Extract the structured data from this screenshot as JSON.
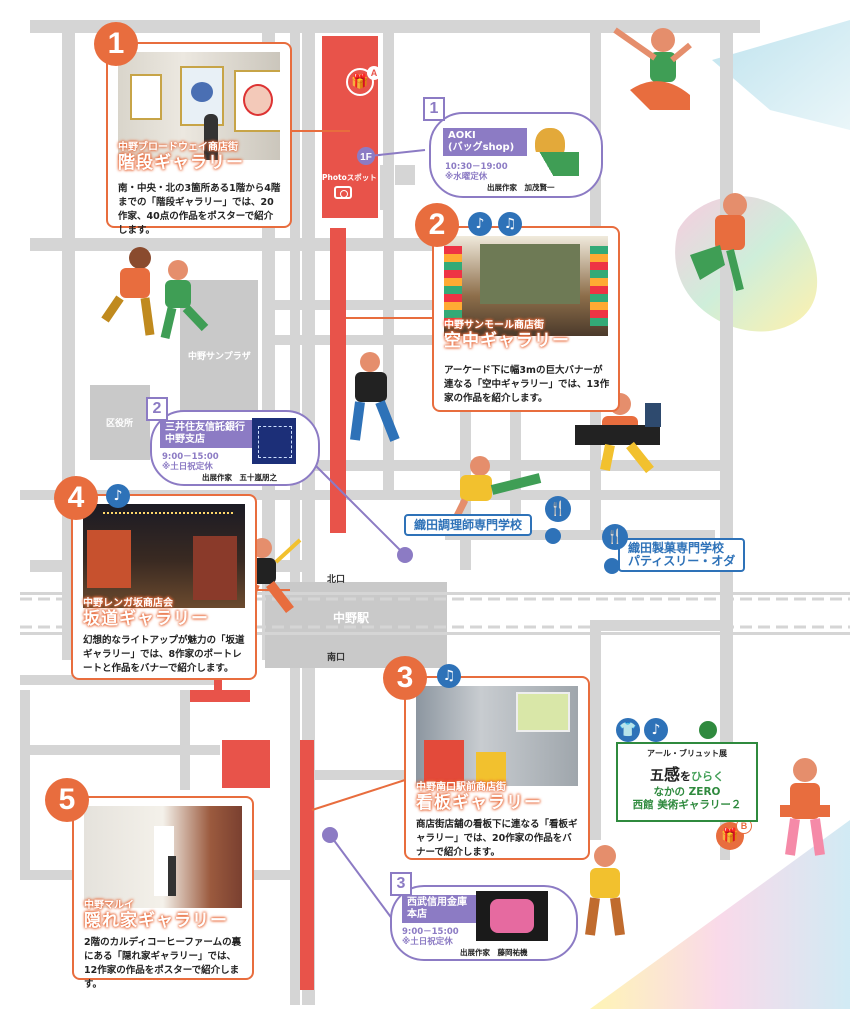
{
  "colors": {
    "street": "#d5d5d5",
    "road": "#e8534a",
    "orange": "#e86d3e",
    "purple": "#8c7bc4",
    "blue": "#2e72b8",
    "green": "#2f8a3e"
  },
  "map_labels": {
    "sunplaza": "中野サンプラザ",
    "ward_office": "区役所",
    "north_exit": "北口",
    "station": "中野駅",
    "south_exit": "南口",
    "photo_spot": "Photoスポット"
  },
  "markers": {
    "floor": "1F",
    "gift_a": "A",
    "gift_b": "B"
  },
  "galleries": [
    {
      "num": "1",
      "street": "中野ブロードウェイ商店街",
      "title": "階段ギャラリー",
      "desc": "南・中央・北の3箇所ある1階から4階までの「階段ギャラリー」では、20作家、40点の作品をポスターで紹介します。"
    },
    {
      "num": "2",
      "street": "中野サンモール商店街",
      "title": "空中ギャラリー",
      "desc": "アーケード下に幅3mの巨大バナーが連なる「空中ギャラリー」では、13作家の作品を紹介します。"
    },
    {
      "num": "3",
      "street": "中野南口駅前商店街",
      "title": "看板ギャラリー",
      "desc": "商店街店舗の看板下に連なる「看板ギャラリー」では、20作家の作品をバナーで紹介します。"
    },
    {
      "num": "4",
      "street": "中野レンガ坂商店会",
      "title": "坂道ギャラリー",
      "desc": "幻想的なライトアップが魅力の「坂道ギャラリー」では、8作家のポートレートと作品をバナーで紹介します。"
    },
    {
      "num": "5",
      "street": "中野マルイ",
      "title": "隠れ家ギャラリー",
      "desc": "2階のカルディコーヒーファームの裏にある「隠れ家ギャラリー」では、12作家の作品をポスターで紹介します。"
    }
  ],
  "venues": [
    {
      "num": "1",
      "name_line1": "AOKI",
      "name_line2": "(バッグshop)",
      "hours": "10:30－19:00",
      "closed": "※水曜定休",
      "credit": "出展作家　加茂賢一"
    },
    {
      "num": "2",
      "name_line1": "三井住友信託銀行",
      "name_line2": "中野支店",
      "hours": "9:00－15:00",
      "closed": "※土日祝定休",
      "credit": "出展作家　五十嵐朋之"
    },
    {
      "num": "3",
      "name_line1": "西武信用金庫",
      "name_line2": "本店",
      "hours": "9:00－15:00",
      "closed": "※土日祝定休",
      "credit": "出展作家　藤岡祐機"
    }
  ],
  "schools": [
    {
      "line1": "織田調理師専門学校",
      "line2": ""
    },
    {
      "line1": "織田製菓専門学校",
      "line2": "パティスリー・オダ"
    }
  ],
  "exhibition": {
    "tag": "アール・ブリュット展",
    "logo_start": "五",
    "logo_kanji": "感",
    "logo_wo": "を",
    "logo_hiraku": "ひらく",
    "venue_line1": "なかの ZERO",
    "venue_line2": "西館 美術ギャラリー２"
  }
}
